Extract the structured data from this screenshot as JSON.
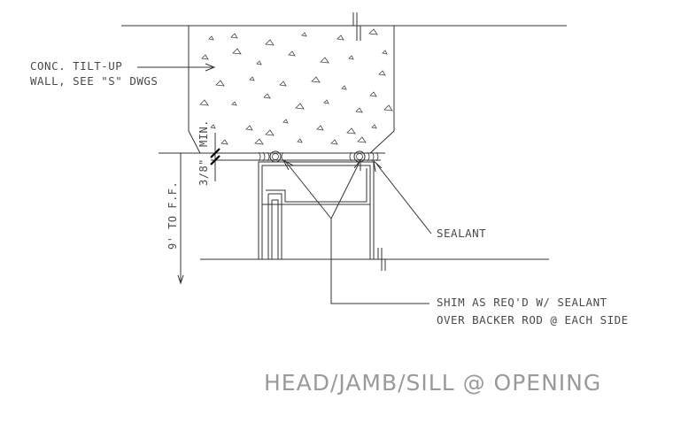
{
  "labels": {
    "wall_line1": "CONC. TILT-UP",
    "wall_line2": "WALL, SEE \"S\" DWGS",
    "sealant": "SEALANT",
    "shim_line1": "SHIM AS REQ'D W/ SEALANT",
    "shim_line2": "OVER BACKER ROD @ EACH SIDE",
    "dim_gap": "3/8\"",
    "dim_min": "MIN.",
    "dim_height": "9' TO F.F."
  },
  "title": "HEAD/JAMB/SILL @ OPENING",
  "colors": {
    "linework": "#333333",
    "text": "#4a4a4a",
    "title": "#9a9a9a"
  }
}
